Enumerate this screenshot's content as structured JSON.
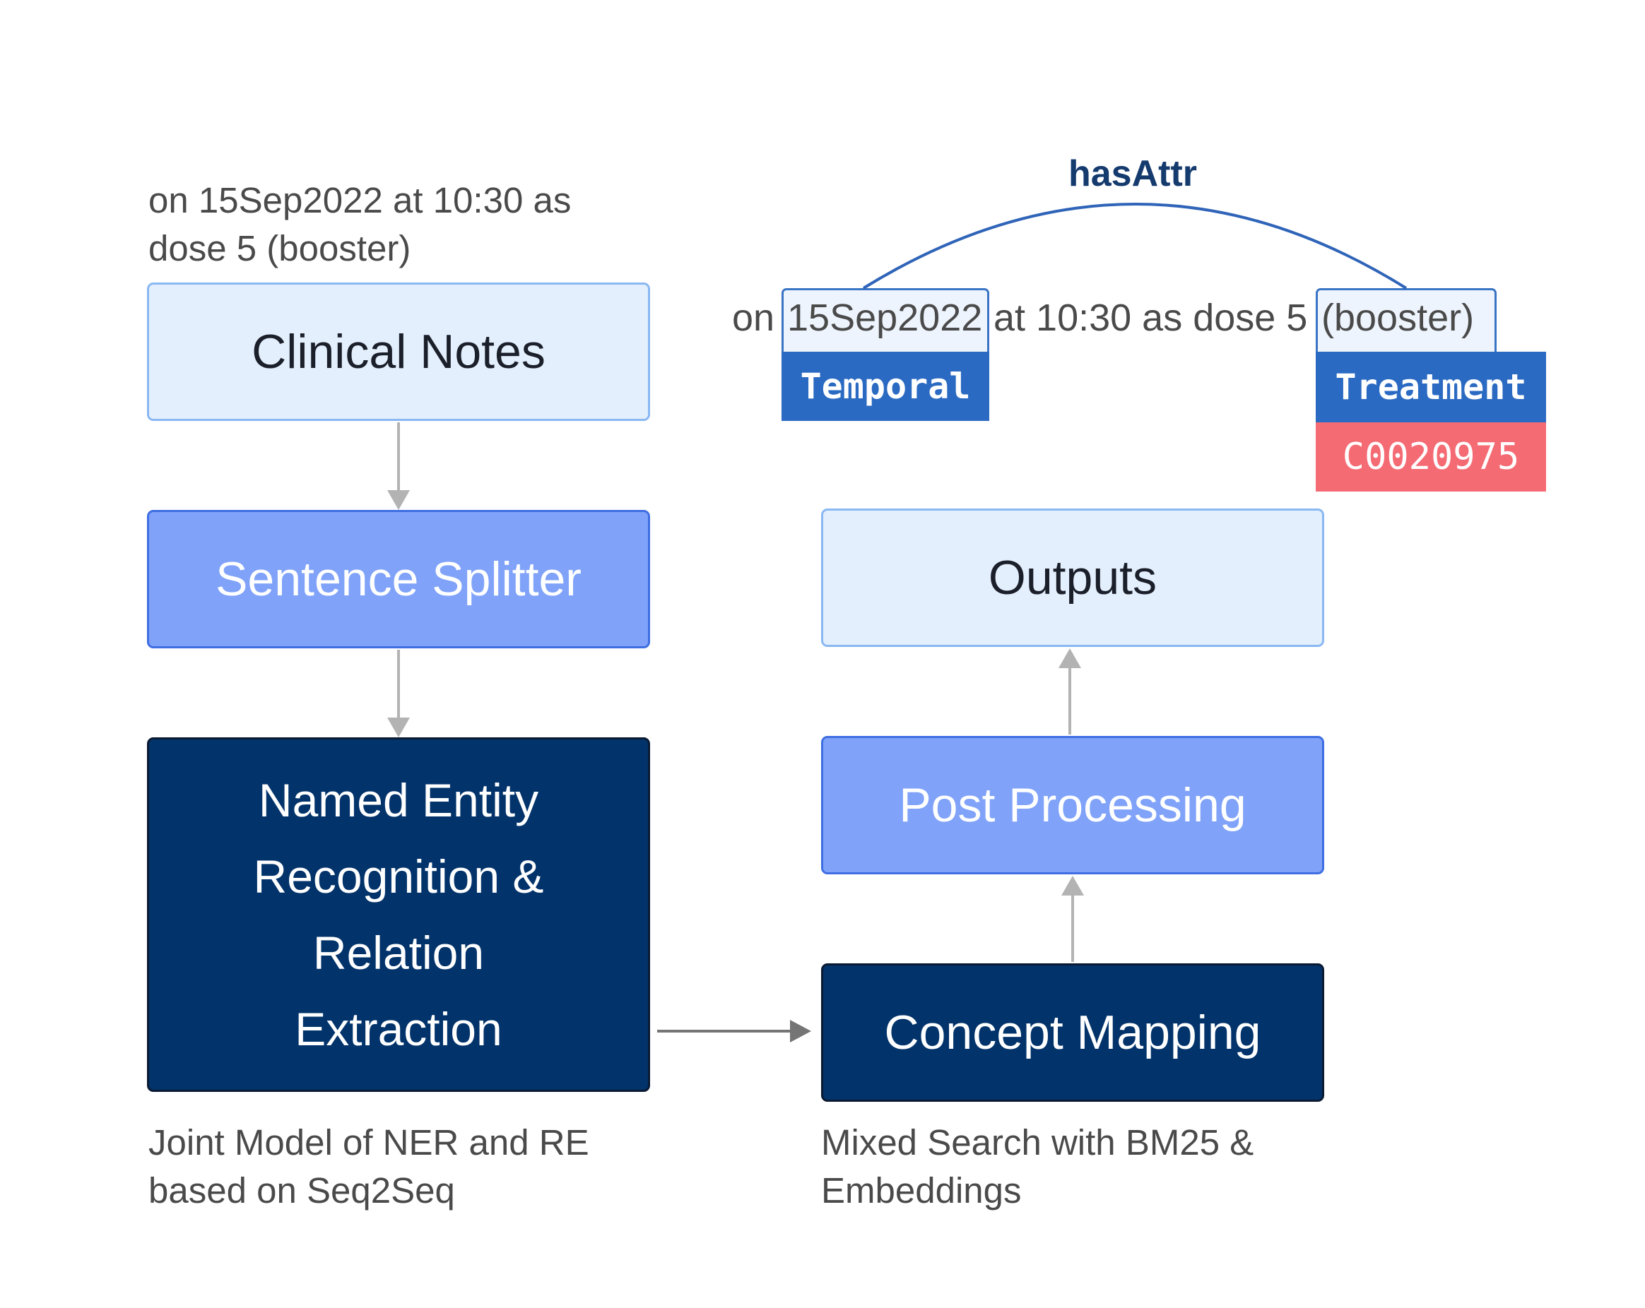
{
  "input_example": {
    "line1": "on 15Sep2022 at 10:30 as",
    "line2": "dose 5 (booster)"
  },
  "boxes": {
    "clinical_notes": "Clinical Notes",
    "sentence_splitter": "Sentence Splitter",
    "ner_re": [
      "Named Entity",
      "Recognition &",
      "Relation",
      "Extraction"
    ],
    "concept_mapping": "Concept Mapping",
    "post_processing": "Post Processing",
    "outputs": "Outputs"
  },
  "captions": {
    "ner_re": {
      "line1": "Joint Model of NER and RE",
      "line2": "based on Seq2Seq"
    },
    "concept_mapping": {
      "line1": "Mixed Search with BM25 &",
      "line2": "Embeddings"
    }
  },
  "annotated_sentence": {
    "prefix": "on",
    "entity1": "15Sep2022",
    "middle": "at 10:30 as dose 5",
    "entity2": "(booster)",
    "entity1_tag": "Temporal",
    "entity2_tag": "Treatment",
    "entity2_code": "C0020975",
    "relation": "hasAttr"
  },
  "colors": {
    "light_box": "#e3effd",
    "mid_box": "#80a3f9",
    "dark_box": "#02336a",
    "tag_blue": "#2b6ac2",
    "code_red": "#f56b74",
    "relation_arc": "#2f64b8"
  }
}
